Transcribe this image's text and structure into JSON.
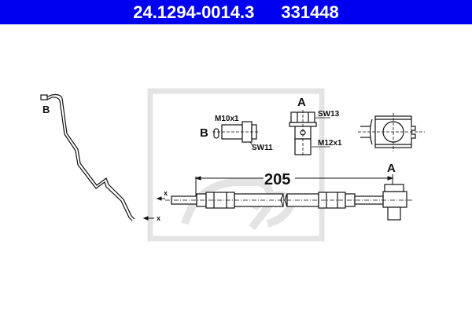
{
  "header": {
    "part_number": "24.1294-0014.3",
    "ref_number": "331448",
    "background_color": "#0000f0"
  },
  "drawing": {
    "routing_view": {
      "label_B": "B",
      "end_marker": "x"
    },
    "fitting_B": {
      "label": "B",
      "thread": "M10x1",
      "wrench_size": "SW11"
    },
    "fitting_A": {
      "label": "A",
      "wrench_size": "SW13",
      "thread": "M12x1"
    },
    "hose": {
      "length": "205",
      "end_label": "A",
      "left_marker": "x"
    },
    "watermark": "ate-logo"
  }
}
